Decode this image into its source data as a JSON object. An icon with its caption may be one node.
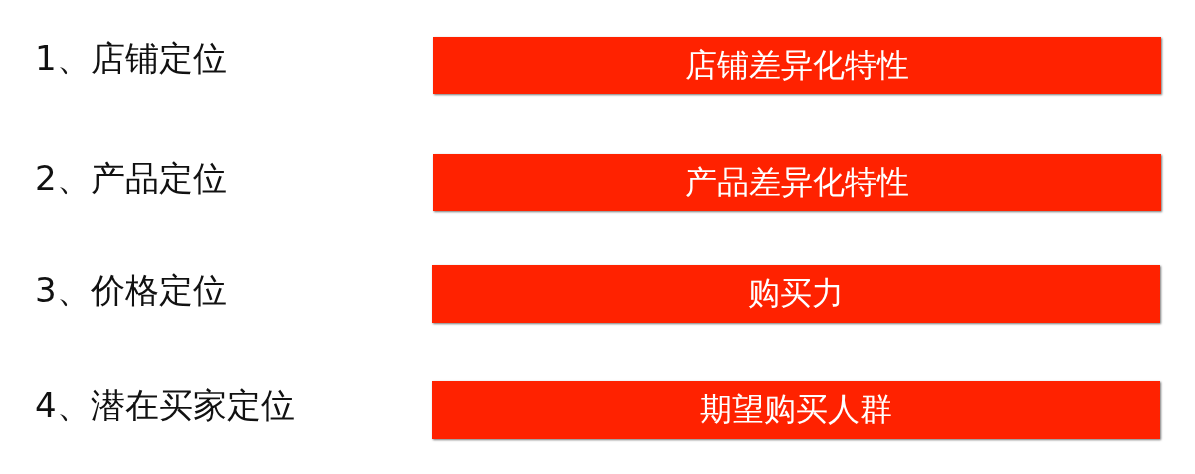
{
  "diagram": {
    "nodes": [
      {
        "text": [
          "店铺差异化特性"
        ]
      },
      {
        "text": [
          "产品差异化特性"
        ]
      },
      {
        "text": [
          "购买力"
        ]
      },
      {
        "text": [
          "期望购买人群"
        ]
      }
    ],
    "labels": [
      "1、店铺定位",
      "2、产品定位",
      "3、价格定位",
      "4、潜在买家定位"
    ]
  }
}
